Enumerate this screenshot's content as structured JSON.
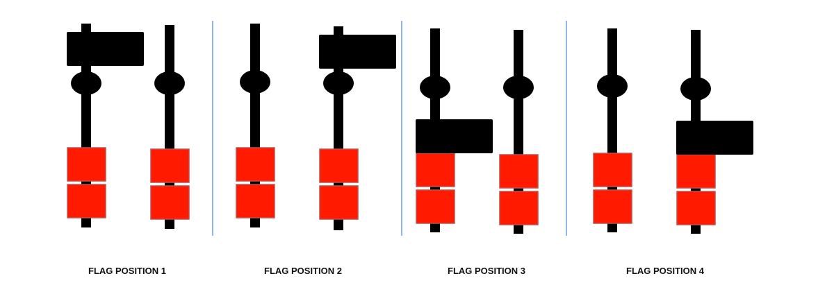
{
  "panels": [
    {
      "label": "FLAG POSITION  1",
      "flag_pole": "left",
      "flag_level": "top"
    },
    {
      "label": "FLAG POSITION 2",
      "flag_pole": "right",
      "flag_level": "top"
    },
    {
      "label": "FLAG POSITION  3",
      "flag_pole": "left",
      "flag_level": "bottom"
    },
    {
      "label": "FLAG POSITION 4",
      "flag_pole": "right",
      "flag_level": "bottom"
    }
  ],
  "colors": {
    "pole": "#000000",
    "block": "#ff1a00",
    "block_border": "#c0504d",
    "divider": "#6f9fd8"
  }
}
